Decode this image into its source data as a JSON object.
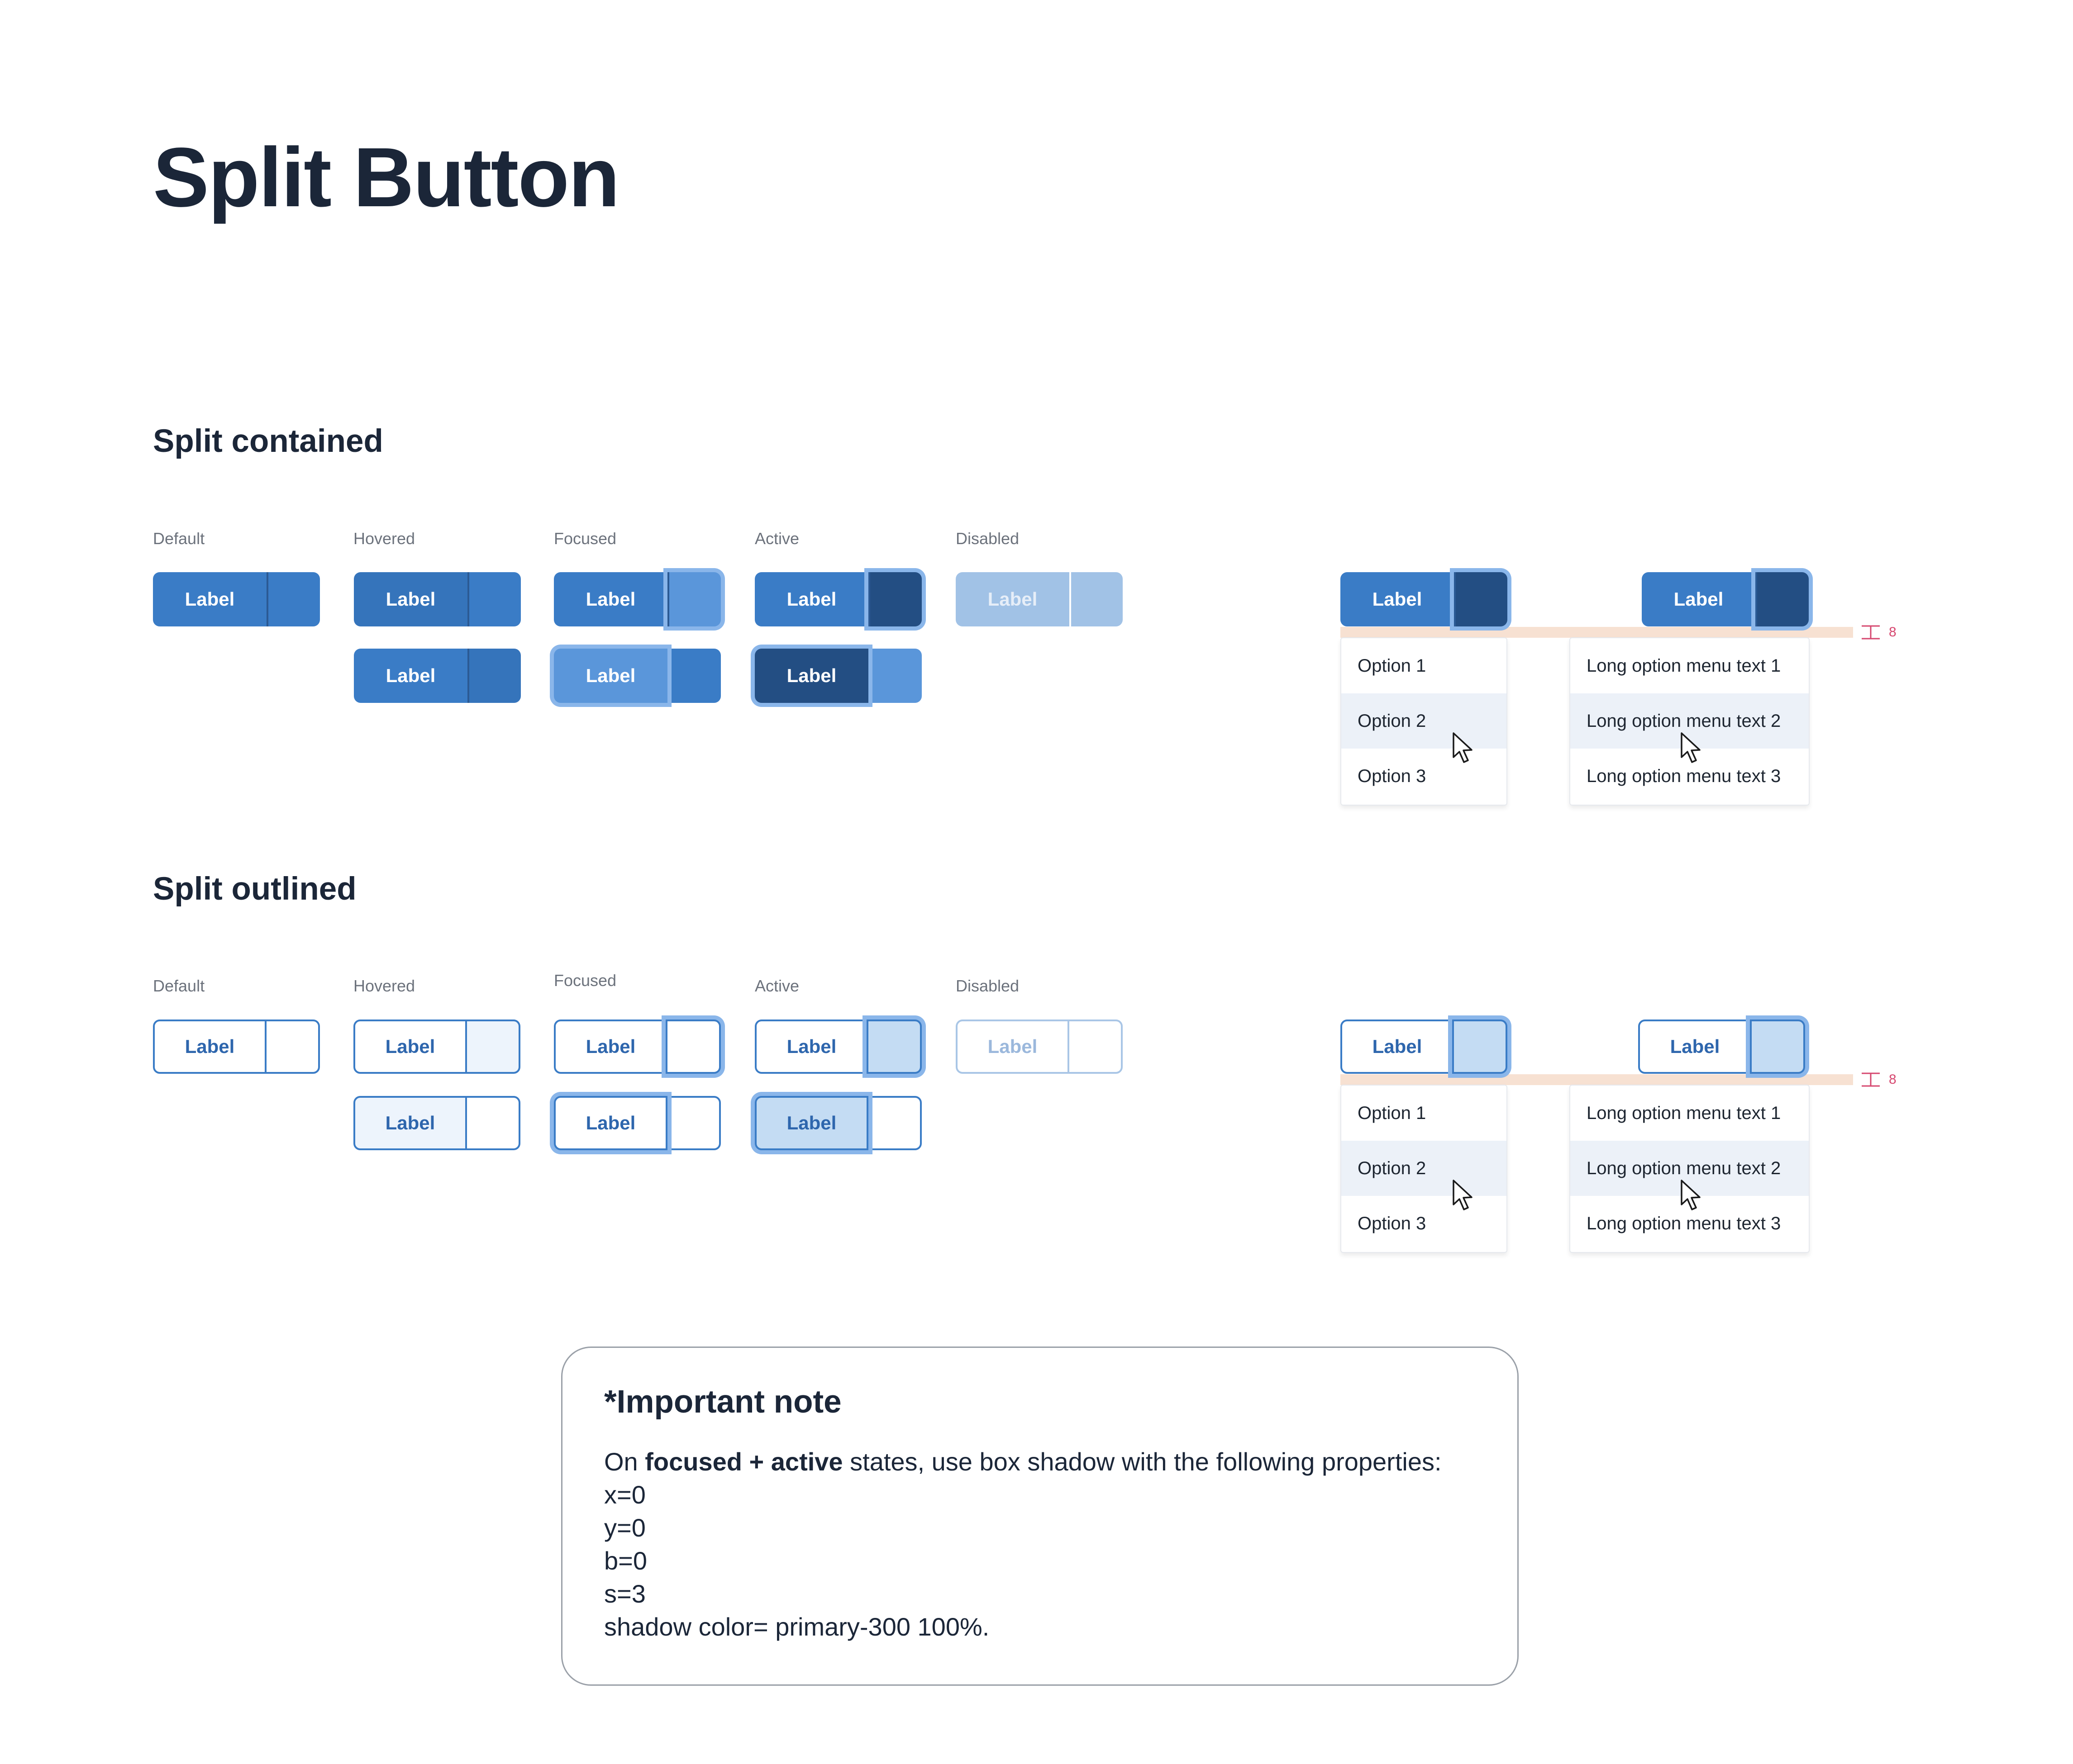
{
  "page": {
    "title": "Split Button"
  },
  "sections": {
    "contained": {
      "title": "Split contained"
    },
    "outlined": {
      "title": "Split outlined"
    }
  },
  "states": [
    "Default",
    "Hovered",
    "Focused",
    "Active",
    "Disabled"
  ],
  "button": {
    "label": "Label"
  },
  "icons": {
    "dropdown": "chevron-down-icon",
    "pointer": "mouse-pointer-icon",
    "spacing": "spacing-measure-icon"
  },
  "menu_short": [
    "Option 1",
    "Option 2",
    "Option 3"
  ],
  "menu_long": [
    "Long option menu text 1",
    "Long option menu text 2",
    "Long option menu text 3"
  ],
  "spacing_value": "8",
  "note": {
    "title": "*Important note",
    "line1_prefix": "On ",
    "line1_bold": "focused + active",
    "line1_suffix": " states, use box shadow with the following properties:",
    "props": [
      "x=0",
      "y=0",
      "b=0",
      "s=3",
      "shadow color= primary-300 100%."
    ]
  },
  "colors": {
    "primary": "#3a7cc6",
    "primary_dark": "#234e83",
    "focus_ring": "#8ab6ea",
    "disabled": "#a1c2e6",
    "text": "#1b2638"
  }
}
